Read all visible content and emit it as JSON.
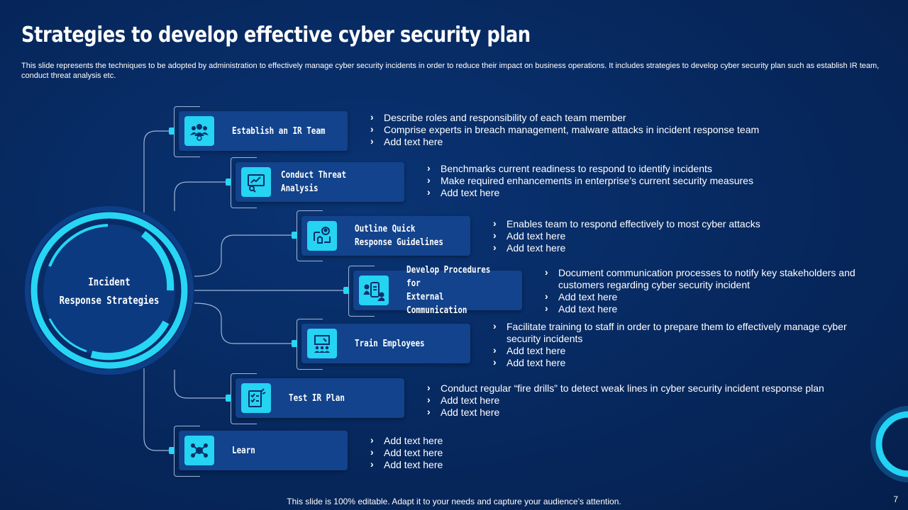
{
  "title": "Strategies to develop effective cyber security plan",
  "subtitle": "This slide represents the techniques to be adopted by administration to effectively manage cyber security incidents in order to reduce their impact on business operations. It includes strategies to develop cyber security plan such as establish IR team, conduct threat analysis etc.",
  "hub_label": "Incident\nResponse Strategies",
  "colors": {
    "accent": "#25d3f2",
    "card": "#12438c",
    "background": "#072a62"
  },
  "strategies": [
    {
      "label": "Establish  an IR Team",
      "icon": "team-icon",
      "bullets": [
        "Describe roles and responsibility of each team member",
        "Comprise experts in breach management, malware attacks in incident response team",
        "Add text here"
      ]
    },
    {
      "label": "Conduct Threat Analysis",
      "icon": "threat-analysis-icon",
      "bullets": [
        "Benchmarks current readiness to respond to identify incidents",
        "Make required enhancements in enterprise’s current security measures",
        "Add text here"
      ]
    },
    {
      "label": "Outline Quick\nResponse Guidelines",
      "icon": "response-guidelines-icon",
      "bullets": [
        "Enables team to respond effectively to most cyber attacks",
        "Add text here",
        "Add text here"
      ]
    },
    {
      "label": "Develop Procedures for\nExternal Communication",
      "icon": "communication-icon",
      "bullets": [
        "Document communication processes to notify key stakeholders and customers regarding cyber security incident",
        "Add text here",
        "Add text here"
      ]
    },
    {
      "label": "Train Employees",
      "icon": "training-icon",
      "bullets": [
        "Facilitate training to staff in order to prepare them to effectively manage cyber security incidents",
        "Add text here",
        "Add text here"
      ]
    },
    {
      "label": "Test IR Plan",
      "icon": "checklist-icon",
      "bullets": [
        "Conduct regular “fire drills” to detect weak lines in cyber security incident response plan",
        "Add text here",
        "Add text here"
      ]
    },
    {
      "label": "Learn",
      "icon": "learning-icon",
      "bullets": [
        "Add text here",
        "Add text here",
        "Add text here"
      ]
    }
  ],
  "footer": "This slide is 100% editable. Adapt it to your needs and capture your audience’s attention.",
  "page_number": "7"
}
